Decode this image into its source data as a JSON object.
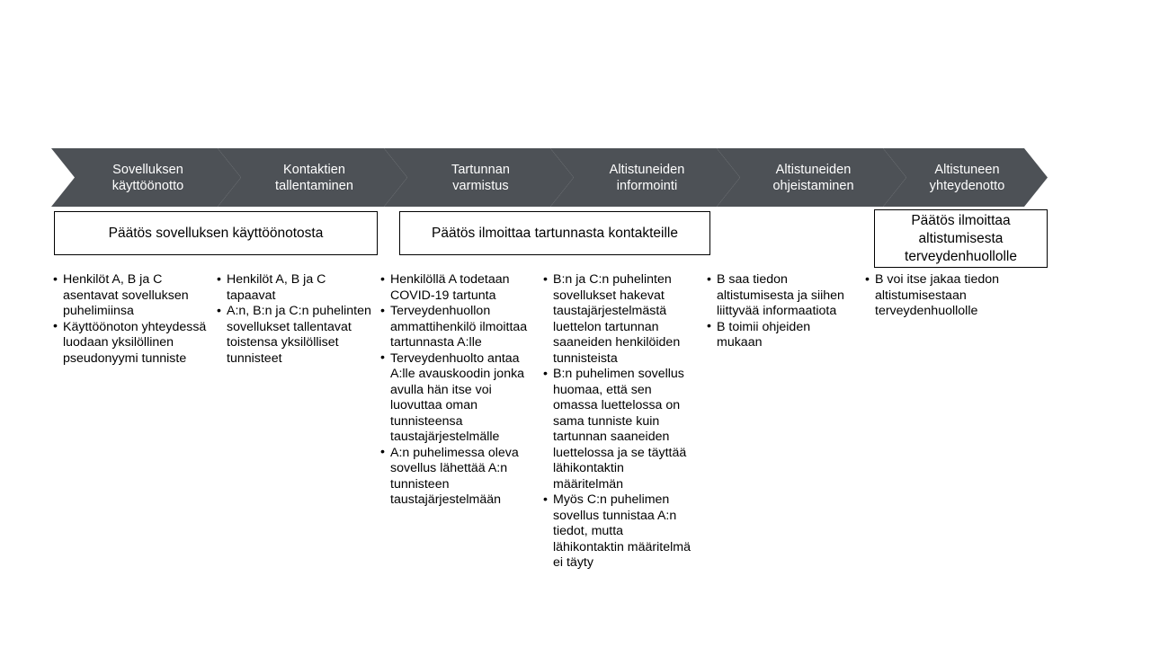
{
  "diagram": {
    "title_alt": "COVID-19 contact tracing application process flow",
    "colors": {
      "chevron_fill": "#4d5156",
      "chevron_text": "#ffffff",
      "box_border": "#000000",
      "background": "#ffffff",
      "body_text": "#000000"
    },
    "steps": [
      {
        "label": "Sovelluksen\nkäyttöönotto"
      },
      {
        "label": "Kontaktien\ntallentaminen"
      },
      {
        "label": "Tartunnan\nvarmistus"
      },
      {
        "label": "Altistuneiden\ninformointi"
      },
      {
        "label": "Altistuneiden\nohjeistaminen"
      },
      {
        "label": "Altistuneen\nyhteydenotto"
      }
    ],
    "decisions": [
      {
        "label": "Päätös sovelluksen käyttöönotosta"
      },
      {
        "label": "Päätös ilmoittaa tartunnasta kontakteille"
      },
      {
        "label": "Päätös ilmoittaa\naltistumisesta\nterveydenhuollolle"
      }
    ],
    "columns": [
      {
        "bullets": [
          "Henkilöt A, B ja C asentavat sovelluksen puhelimiinsa",
          "Käyttöönoton yhteydessä luodaan yksilöllinen pseudonyymi tunniste"
        ]
      },
      {
        "bullets": [
          "Henkilöt A, B ja C tapaavat",
          "A:n, B:n ja C:n puhelinten sovellukset tallentavat toistensa yksilölliset tunnisteet"
        ]
      },
      {
        "bullets": [
          "Henkilöllä A todetaan COVID-19 tartunta",
          "Terveydenhuollon ammattihenkilö ilmoittaa tartunnasta A:lle",
          "Terveydenhuolto antaa A:lle avauskoodin jonka avulla hän itse voi luovuttaa oman tunnisteensa taustajärjestelmälle",
          "A:n puhelimessa oleva sovellus lähettää A:n tunnisteen taustajärjestelmään"
        ]
      },
      {
        "bullets": [
          "B:n ja C:n puhelinten sovellukset hakevat taustajärjestelmästä luettelon tartunnan saaneiden henkilöiden tunnisteista",
          "B:n puhelimen sovellus huomaa, että sen omassa luettelossa on sama tunniste kuin tartunnan saaneiden luettelossa ja se täyttää lähikontaktin määritelmän",
          "Myös C:n puhelimen sovellus tunnistaa A:n tiedot, mutta lähikontaktin määritelmä ei täyty"
        ]
      },
      {
        "bullets": [
          "B saa tiedon altistumisesta ja siihen liittyvää informaatiota",
          "B toimii ohjeiden mukaan"
        ]
      },
      {
        "bullets": [
          "B voi itse jakaa tiedon altistumisestaan terveydenhuollolle"
        ]
      }
    ]
  }
}
